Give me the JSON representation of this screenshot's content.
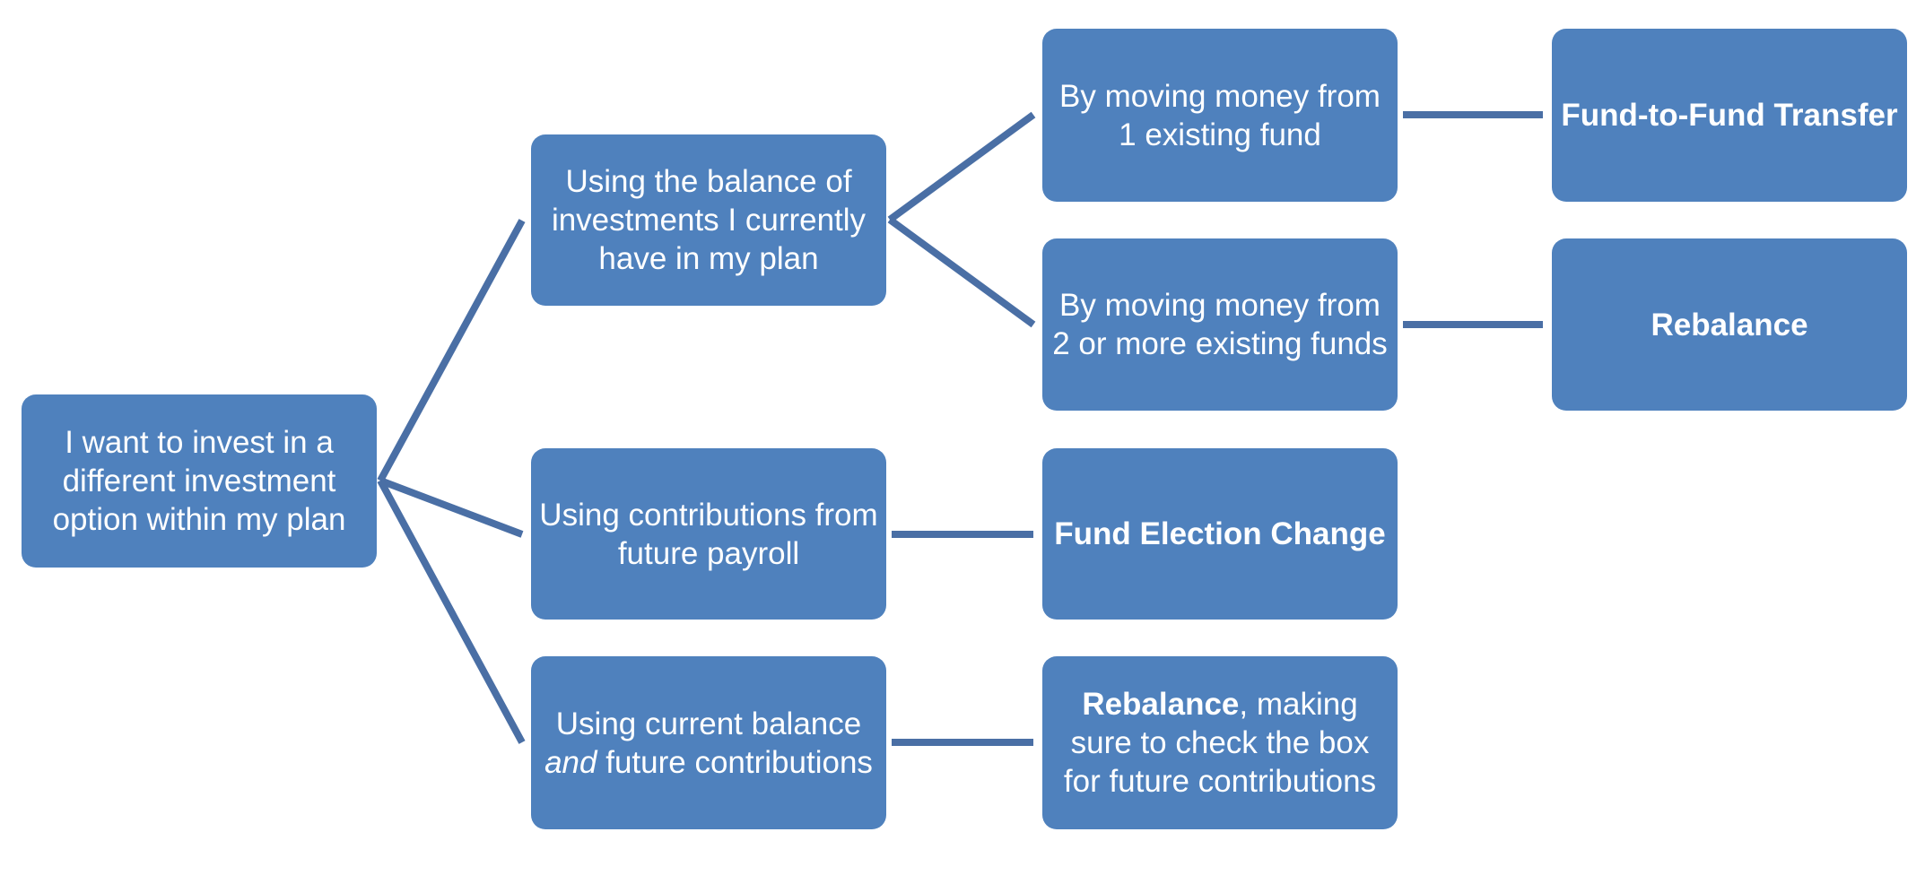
{
  "diagram": {
    "root": {
      "label": "I want to invest in a different investment option within my plan"
    },
    "level1": {
      "balance": {
        "label": "Using the balance of investments I currently have in my plan"
      },
      "future_payroll": {
        "label": "Using contributions from future payroll"
      },
      "current_and_future": {
        "label_part1": "Using current balance",
        "label_part2_italic": "and",
        "label_part3": "future contributions"
      }
    },
    "level2": {
      "move_one": {
        "label": "By moving money from 1 existing fund"
      },
      "move_multiple": {
        "label": "By moving money from 2 or more existing funds"
      },
      "fund_election_change": {
        "label": "Fund Election Change"
      },
      "rebalance_future": {
        "label_bold": "Rebalance",
        "label_rest": ", making sure to check the box for future contributions"
      }
    },
    "level3": {
      "fund_to_fund_transfer": {
        "label": "Fund-to-Fund Transfer"
      },
      "rebalance": {
        "label": "Rebalance"
      }
    },
    "colors": {
      "node_fill": "#4f81bd",
      "connector": "#4a6fa5",
      "text": "#ffffff"
    }
  }
}
